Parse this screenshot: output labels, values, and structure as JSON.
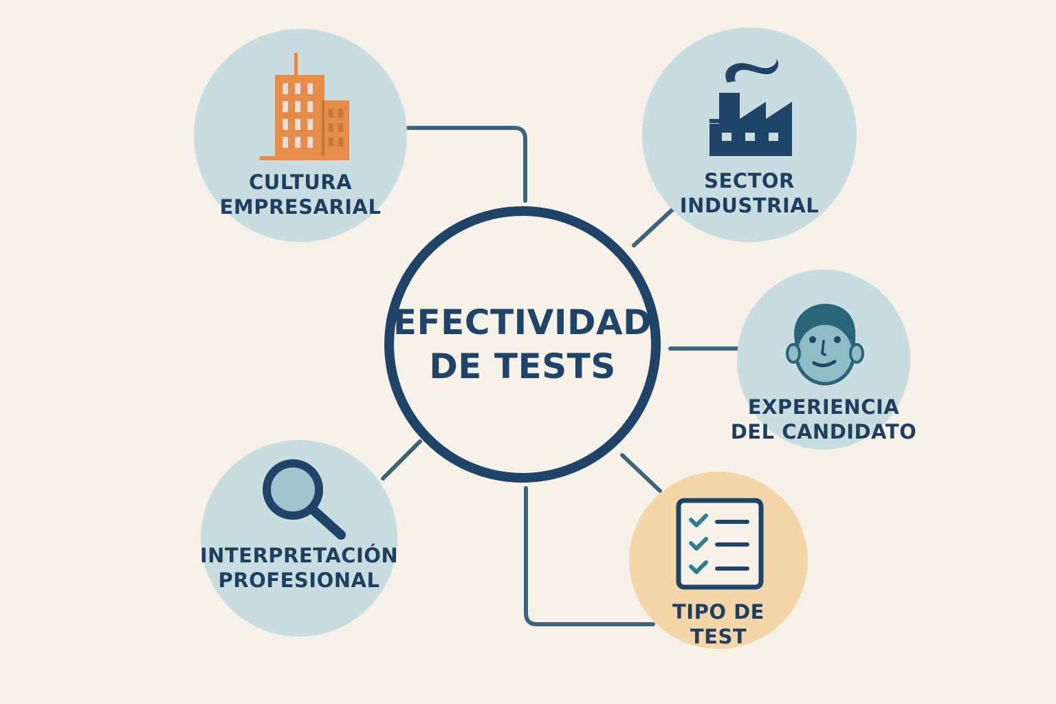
{
  "diagram": {
    "center": {
      "line1": "EFECTIVIDAD",
      "line2": "DE TESTS"
    },
    "nodes": [
      {
        "id": "cultura",
        "line1": "CULTURA",
        "line2": "EMPRESARIAL",
        "icon": "office-building-icon",
        "fill": "#c9dde1"
      },
      {
        "id": "sector",
        "line1": "SECTOR",
        "line2": "INDUSTRIAL",
        "icon": "factory-icon",
        "fill": "#c9dde1"
      },
      {
        "id": "experiencia",
        "line1": "EXPERIENCIA",
        "line2": "DEL CANDIDATO",
        "icon": "person-face-icon",
        "fill": "#c9dde1"
      },
      {
        "id": "tipo",
        "line1": "TIPO DE",
        "line2": "TEST",
        "icon": "checklist-icon",
        "fill": "#f3d7ab"
      },
      {
        "id": "interpretacion",
        "line1": "INTERPRETACIÓN",
        "line2": "PROFESIONAL",
        "icon": "magnifier-icon",
        "fill": "#c9dde1"
      }
    ]
  },
  "colors": {
    "background": "#f6f2e9",
    "navy": "#1f4467",
    "connector": "#3d6478",
    "node_blue": "#c9dde1",
    "node_orange": "#f3d7ab",
    "building_orange": "#e58c49"
  }
}
